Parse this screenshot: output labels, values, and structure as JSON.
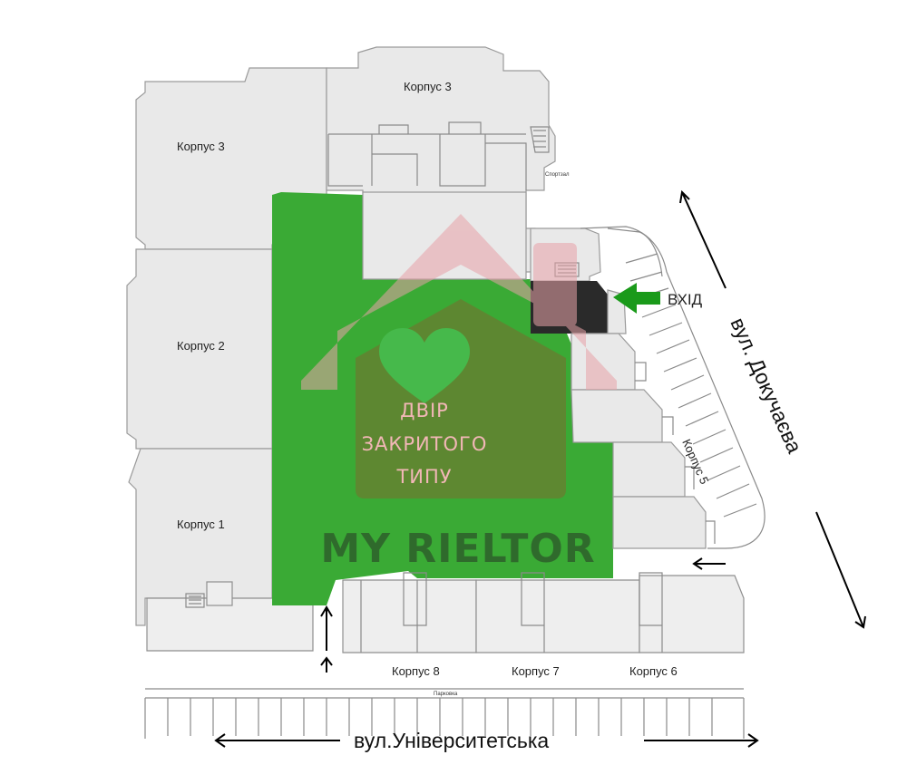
{
  "buildings": {
    "korpus3_top": "Корпус 3",
    "korpus3_left": "Корпус 3",
    "korpus2": "Корпус 2",
    "korpus1": "Корпус 1",
    "korpus8": "Корпус 8",
    "korpus7": "Корпус 7",
    "korpus6": "Корпус 6",
    "korpus5": "Корпус 5"
  },
  "labels": {
    "sportzal": "Спортзал",
    "parking": "Парковка",
    "entrance": "ВХІД"
  },
  "streets": {
    "universytetska": "вул.Університетська",
    "dokuchaieva": "вул. Докучаєва"
  },
  "overlay": {
    "line1": "ДВІР",
    "line2": "ЗАКРИТОГО",
    "line3": "ТИПУ",
    "brand": "MY RIELTOR"
  },
  "colors": {
    "courtyard": "#3aaa35",
    "house_roof": "#e8a2a8",
    "house_body": "#7b6b2e",
    "heart": "#46b94b",
    "entrance_block": "#2a2a2a",
    "entrance_arrow": "#1a9a1a",
    "building_fill": "#e9e9e9"
  }
}
